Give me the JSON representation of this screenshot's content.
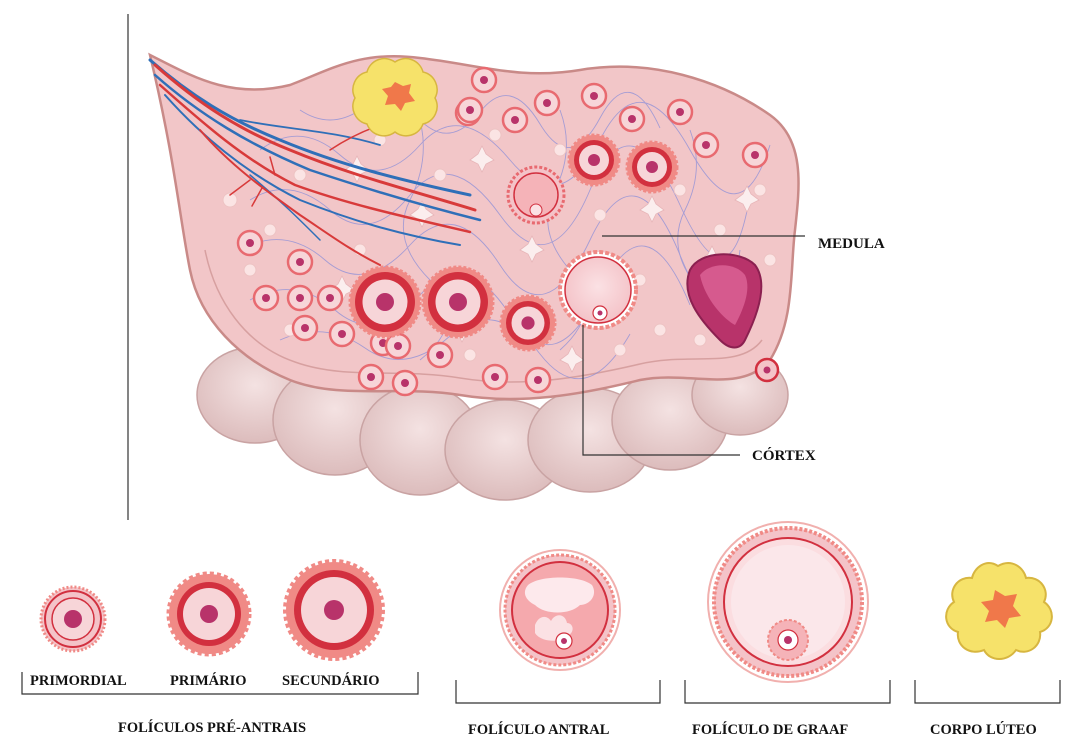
{
  "diagram": {
    "callouts": {
      "medula": "MEDULA",
      "cortex": "CÓRTEX"
    },
    "stages": {
      "primordial": "PRIMORDIAL",
      "primario": "PRIMÁRIO",
      "secundario": "SECUNDÁRIO"
    },
    "groups": {
      "pre_antrais": "FOLÍCULOS PRÉ-ANTRAIS",
      "antral": "FOLÍCULO ANTRAL",
      "graaf": "FOLÍCULO DE GRAAF",
      "corpo_luteo": "CORPO LÚTEO"
    }
  },
  "colors": {
    "ovary_tissue": "#f2c6c8",
    "ovary_outline": "#c98a88",
    "follicle_ring": "#d2303f",
    "oocyte": "#b8336a",
    "granulosa": "#f08a86",
    "corpus_yellow": "#f6e26a",
    "corpus_core": "#f0784a",
    "vein": "#2f6fb8",
    "artery": "#d83a3a",
    "stroma_fiber": "#8c8fd8"
  }
}
